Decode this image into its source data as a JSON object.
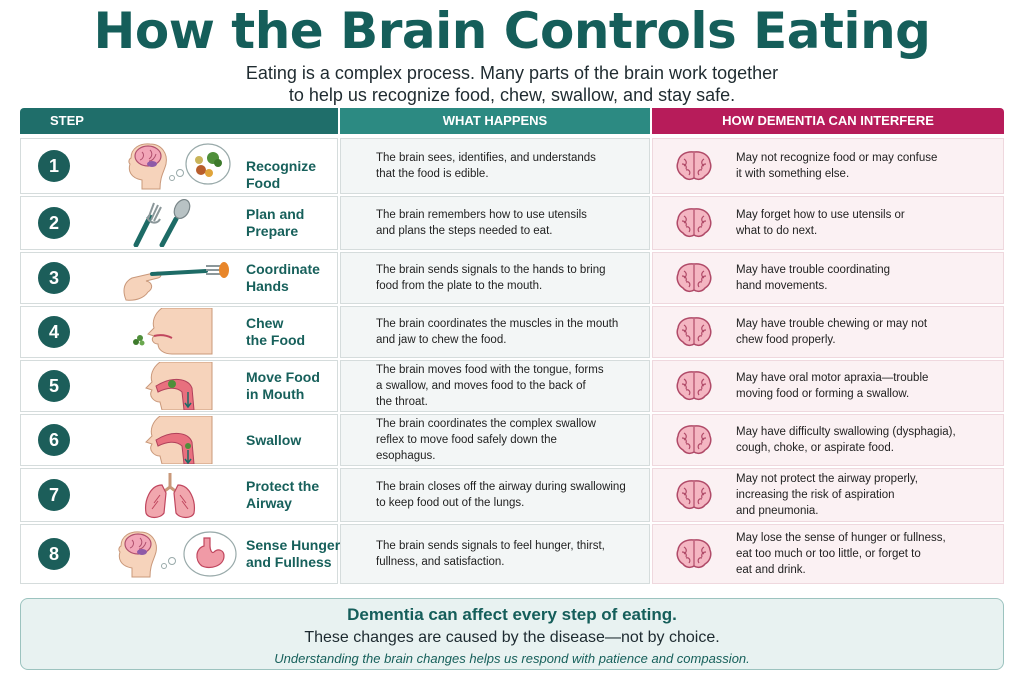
{
  "title": "How the Brain Controls Eating",
  "subtitle_line1": "Eating is a complex process. Many parts of the brain work together",
  "subtitle_line2": "to help us recognize food, chew, swallow, and stay safe.",
  "headers": {
    "step": "STEP",
    "what": "WHAT HAPPENS",
    "dementia": "HOW DEMENTIA CAN INTERFERE"
  },
  "colors": {
    "primary_teal": "#155e5a",
    "header_teal": "#2c8a82",
    "dementia_magenta": "#b71c5a"
  },
  "steps": [
    {
      "number": "1",
      "name_line1": "Recognize Food",
      "name_line2": "",
      "icon": "head-brain-food-icon",
      "what_line1": "The brain sees, identifies, and understands",
      "what_line2": "that the food is edible.",
      "what_line3": "",
      "dem_line1": "May not recognize food or may confuse",
      "dem_line2": "it with something else.",
      "dem_line3": ""
    },
    {
      "number": "2",
      "name_line1": "Plan and",
      "name_line2": "Prepare",
      "icon": "fork-spoon-icon",
      "what_line1": "The brain remembers how to use utensils",
      "what_line2": "and plans the steps needed to eat.",
      "what_line3": "",
      "dem_line1": "May forget how to use utensils or",
      "dem_line2": "what to do next.",
      "dem_line3": ""
    },
    {
      "number": "3",
      "name_line1": "Coordinate",
      "name_line2": "Hands",
      "icon": "hand-fork-icon",
      "what_line1": "The brain sends signals to the hands to bring",
      "what_line2": "food from the plate to the mouth.",
      "what_line3": "",
      "dem_line1": "May have trouble coordinating",
      "dem_line2": "hand movements.",
      "dem_line3": ""
    },
    {
      "number": "4",
      "name_line1": "Chew",
      "name_line2": "the Food",
      "icon": "mouth-chewing-icon",
      "what_line1": "The brain coordinates the muscles in the mouth",
      "what_line2": "and jaw to chew the food.",
      "what_line3": "",
      "dem_line1": "May have trouble chewing or may not",
      "dem_line2": "chew food properly.",
      "dem_line3": ""
    },
    {
      "number": "5",
      "name_line1": "Move Food",
      "name_line2": "in Mouth",
      "icon": "tongue-throat-icon",
      "what_line1": "The brain moves food with the tongue, forms",
      "what_line2": "a swallow, and moves food to the back of",
      "what_line3": "the throat.",
      "dem_line1": "May have oral motor apraxia—trouble",
      "dem_line2": "moving food or forming a swallow.",
      "dem_line3": ""
    },
    {
      "number": "6",
      "name_line1": "Swallow",
      "name_line2": "",
      "icon": "throat-swallow-icon",
      "what_line1": "The brain coordinates the complex swallow",
      "what_line2": "reflex to move food safely down the",
      "what_line3": "esophagus.",
      "dem_line1": "May have difficulty swallowing (dysphagia),",
      "dem_line2": "cough, choke, or aspirate food.",
      "dem_line3": ""
    },
    {
      "number": "7",
      "name_line1": "Protect the",
      "name_line2": "Airway",
      "icon": "lungs-icon",
      "what_line1": "The brain closes off the airway during swallowing",
      "what_line2": "to keep food out of the lungs.",
      "what_line3": "",
      "dem_line1": "May not protect the airway properly,",
      "dem_line2": "increasing the risk of aspiration",
      "dem_line3": "and pneumonia."
    },
    {
      "number": "8",
      "name_line1": "Sense Hunger",
      "name_line2": "and Fullness",
      "icon": "head-brain-stomach-icon",
      "what_line1": "The brain sends signals to feel hunger, thirst,",
      "what_line2": "fullness, and satisfaction.",
      "what_line3": "",
      "dem_line1": "May lose the sense of hunger or fullness,",
      "dem_line2": "eat too much or too little, or forget to",
      "dem_line3": "eat and drink."
    }
  ],
  "footer": {
    "line1": "Dementia can affect every step of eating.",
    "line2": "These changes are caused by the disease—not by choice.",
    "line3": "Understanding the brain changes helps us respond with patience and compassion."
  }
}
